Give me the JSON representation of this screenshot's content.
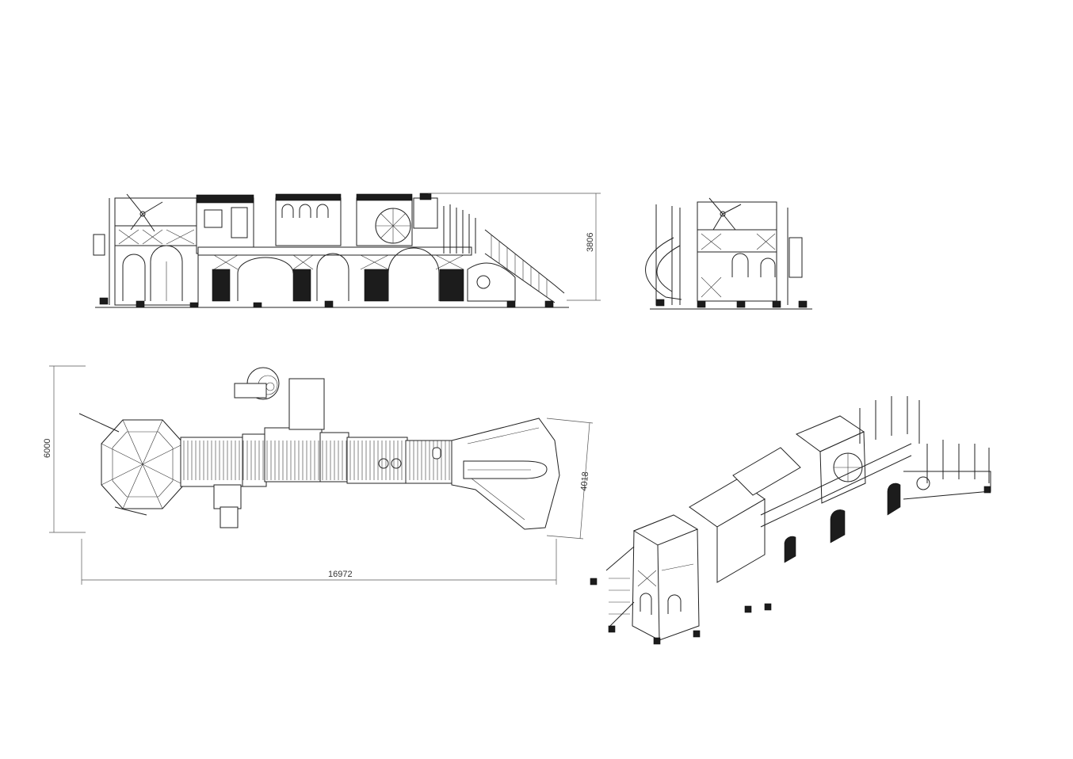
{
  "drawing": {
    "colors": {
      "line": "#222222",
      "dark_fill": "#1c1c1c",
      "background": "#ffffff",
      "dimension": "#555555"
    },
    "dimensions": {
      "front_height": "3806",
      "plan_depth": "6000",
      "plan_length": "16972",
      "plan_slide_width": "4018"
    }
  }
}
